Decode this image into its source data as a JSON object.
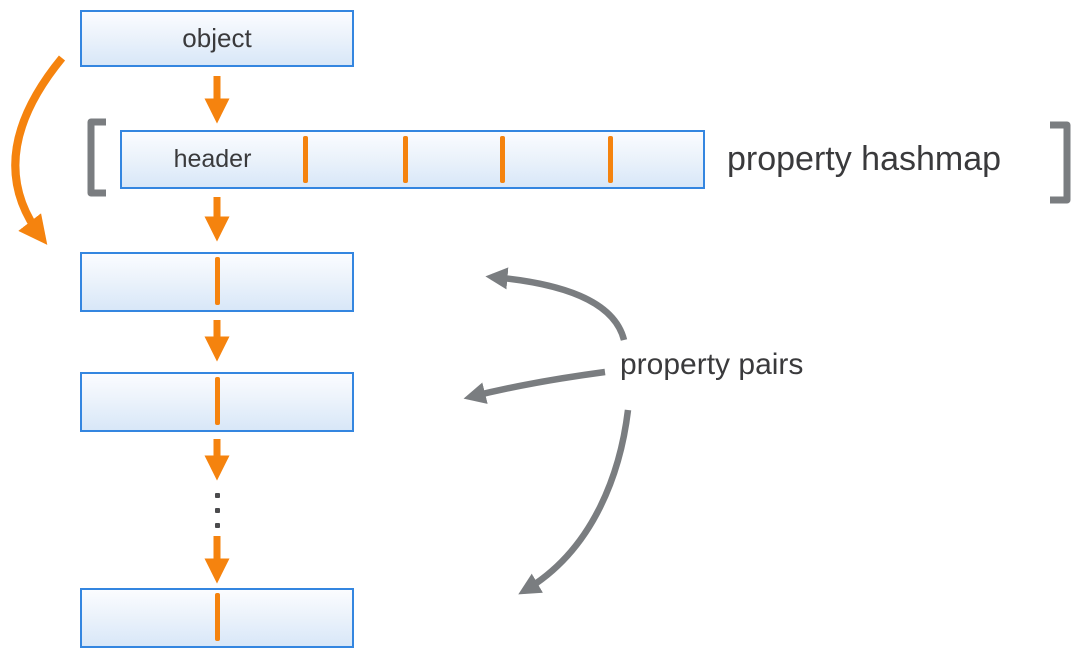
{
  "labels": {
    "object": "object",
    "header": "header",
    "property_hashmap": "property hashmap",
    "property_pairs": "property pairs"
  },
  "colors": {
    "orange": "#F5830E",
    "box_border_blue": "#3486E0",
    "box_fill_top": "#FBFCFF",
    "box_fill_bottom": "#D8E7F8",
    "arrow_gray": "#7A7D80",
    "text_dark": "#3A3A3C"
  },
  "structure": {
    "header_divider_count": 4,
    "property_pair_box_count": 3,
    "ellipsis_dot_count": 3
  }
}
